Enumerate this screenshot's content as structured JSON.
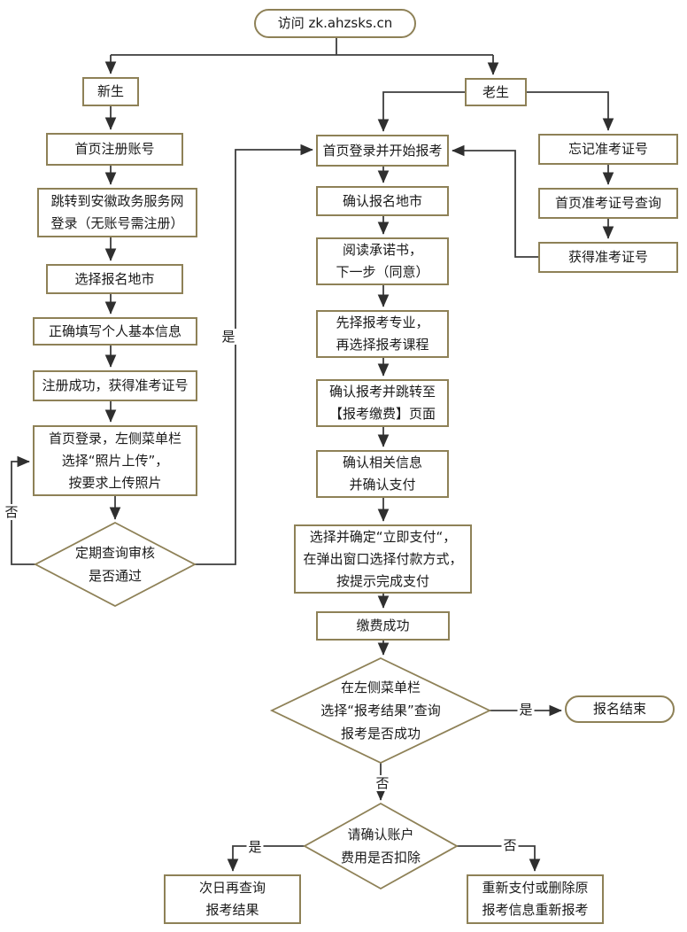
{
  "flowchart": {
    "nodes": {
      "start": "访问 zk.ahzsks.cn",
      "new_student": "新生",
      "old_student": "老生",
      "register_account": "首页注册账号",
      "gov_login": "跳转到安徽政务服务网\n登录（无账号需注册）",
      "choose_city": "选择报名地市",
      "fill_info": "正确填写个人基本信息",
      "register_success": "注册成功，获得准考证号",
      "photo_upload": "首页登录，左侧菜单栏\n选择“照片上传”，\n按要求上传照片",
      "review_check": "定期查询审核\n是否通过",
      "login_apply": "首页登录并开始报考",
      "confirm_city": "确认报名地市",
      "read_pledge": "阅读承诺书，\n下一步（同意）",
      "choose_major": "先择报考专业，\n再选择报考课程",
      "confirm_jump_pay": "确认报考并跳转至\n【报考缴费】页面",
      "confirm_info_pay": "确认相关信息\n并确认支付",
      "pay_now": "选择并确定“立即支付“，\n在弹出窗口选择付款方式，\n按提示完成支付",
      "pay_success": "缴费成功",
      "result_check": "在左侧菜单栏\n选择“报考结果”查询\n报考是否成功",
      "end": "报名结束",
      "deduct_check": "请确认账户\n费用是否扣除",
      "query_next_day": "次日再查询\n报考结果",
      "repay": "重新支付或删除原\n报考信息重新报考",
      "forgot_ticket": "忘记准考证号",
      "ticket_query": "首页准考证号查询",
      "get_ticket": "获得准考证号"
    },
    "edge_labels": {
      "review_no": "否",
      "review_yes": "是",
      "result_yes": "是",
      "result_no": "否",
      "deduct_yes": "是",
      "deduct_no": "否"
    },
    "colors": {
      "box_border": "#8e8157",
      "line": "#3d3d3d",
      "text": "#1a1a1a"
    }
  }
}
